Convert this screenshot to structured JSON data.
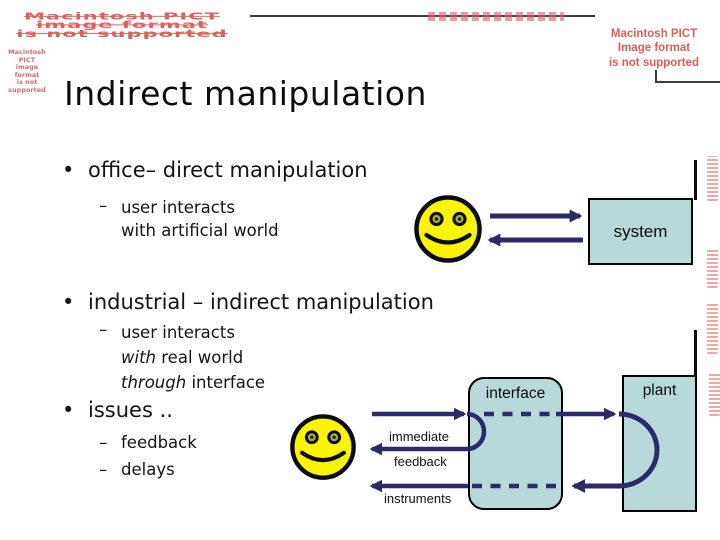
{
  "slide": {
    "title": "Indirect manipulation",
    "bullet_glyph": "•",
    "bullets": [
      {
        "label": "office– direct manipulation",
        "sub": [
          {
            "dash": "–",
            "lines": [
              {
                "it": "",
                "text": "user interacts"
              },
              {
                "it": "",
                "text": "with artificial world"
              }
            ]
          }
        ]
      },
      {
        "label": "industrial – indirect manipulation",
        "sub": [
          {
            "dash": "–",
            "lines": [
              {
                "it": "",
                "text": "user interacts"
              },
              {
                "it": "with",
                "text": " real world"
              },
              {
                "it": "through",
                "text": " interface"
              }
            ]
          }
        ]
      },
      {
        "label": "issues ..",
        "sub": [
          {
            "dash": "–",
            "lines": [
              {
                "it": "",
                "text": "feedback"
              }
            ]
          },
          {
            "dash": "–",
            "lines": [
              {
                "it": "",
                "text": "delays"
              }
            ]
          }
        ]
      }
    ]
  },
  "diagram_direct": {
    "system_label": "system"
  },
  "diagram_indirect": {
    "interface_label": "interface",
    "plant_label": "plant",
    "immediate_label": "immediate",
    "feedback_label": "feedback",
    "instruments_label": "instruments"
  },
  "artifacts": {
    "pict_big": {
      "line1": "Macintosh PICT",
      "line2": "image format",
      "line3": "is not supported"
    },
    "pict_small": {
      "line1": "Macintosh PICT",
      "line2": "image format",
      "line3": "is not supported"
    },
    "pict_topright": {
      "line1": "Macintosh PICT",
      "line2": "Image format",
      "line3": "is not supported"
    }
  },
  "colors": {
    "box_fill": "#b9d8da",
    "arrow_navy": "#2b2b68",
    "pict_red": "#e05a5a",
    "smiley_yellow": "#f9f500"
  }
}
